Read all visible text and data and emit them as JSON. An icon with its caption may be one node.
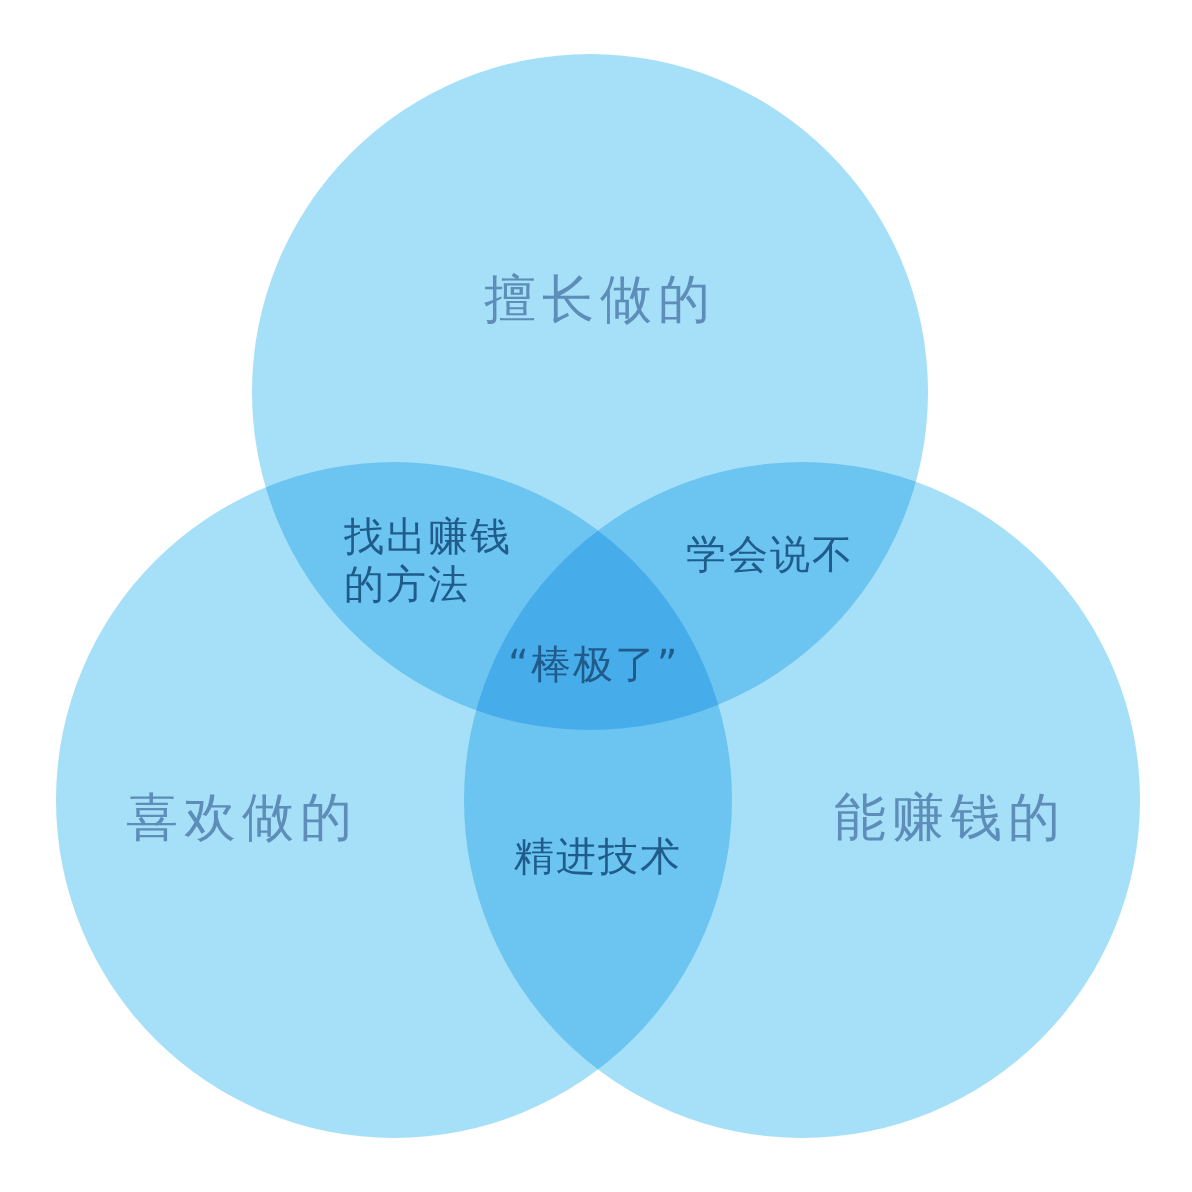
{
  "diagram": {
    "nodes": [
      {
        "text": [
          "擅长做的"
        ]
      },
      {
        "text": [
          "喜欢做的"
        ]
      },
      {
        "text": [
          "能赚钱的"
        ]
      }
    ],
    "edges": [],
    "labels": [
      "找出赚钱的方法",
      "学会说不",
      "“棒极了”",
      "精进技术"
    ]
  }
}
